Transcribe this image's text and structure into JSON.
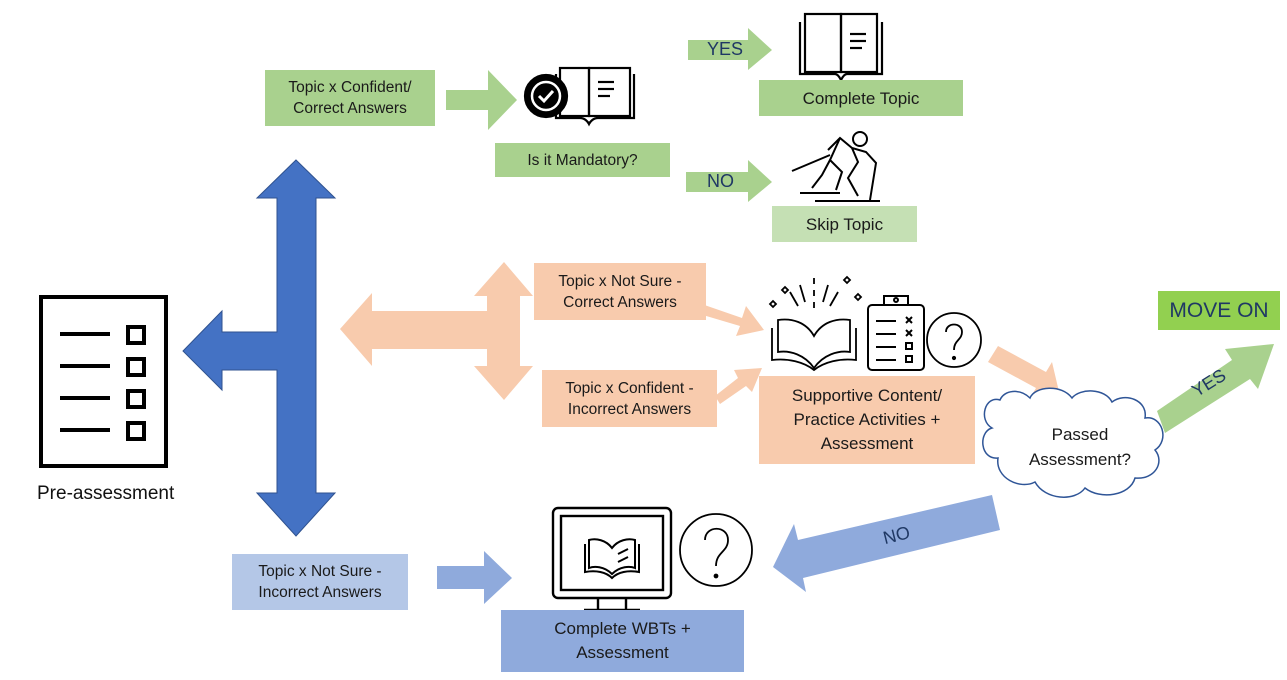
{
  "diagram": {
    "colors": {
      "green": "#a9d18e",
      "green_light": "#c5e0b4",
      "green_bright": "#92d050",
      "peach": "#f8cbad",
      "blue_dark": "#4472c4",
      "blue": "#8faadc",
      "blue_light": "#b4c7e7",
      "label_text": "#1f3864",
      "cloud_outline": "#2f5597"
    },
    "start": {
      "label": "Pre-assessment",
      "icon": "checklist-document-icon"
    },
    "branches": {
      "confident_correct": {
        "label": "Topic x Confident/\nCorrect Answers",
        "decision_label": "Is it Mandatory?",
        "decision_icon": "certified-book-icon",
        "yes_label": "YES",
        "yes_outcome": "Complete Topic",
        "yes_icon": "open-book-icon",
        "no_label": "NO",
        "no_outcome": "Skip Topic",
        "no_icon": "skier-icon"
      },
      "not_sure_correct": {
        "label": "Topic x Not Sure -\nCorrect Answers"
      },
      "confident_incorrect": {
        "label": "Topic x Confident -\nIncorrect Answers"
      },
      "supportive": {
        "label": "Supportive Content/\nPractice Activities +\nAssessment",
        "icons": [
          "sparkling-book-icon",
          "clipboard-checklist-icon",
          "question-circle-icon"
        ]
      },
      "passed_check": {
        "label": "Passed\nAssessment?",
        "yes_label": "YES",
        "yes_outcome": "MOVE ON",
        "no_label": "NO"
      },
      "not_sure_incorrect": {
        "label": "Topic x Not Sure -\nIncorrect Answers",
        "outcome": "Complete WBTs +\nAssessment",
        "icons": [
          "computer-book-icon",
          "question-circle-icon"
        ]
      }
    }
  }
}
